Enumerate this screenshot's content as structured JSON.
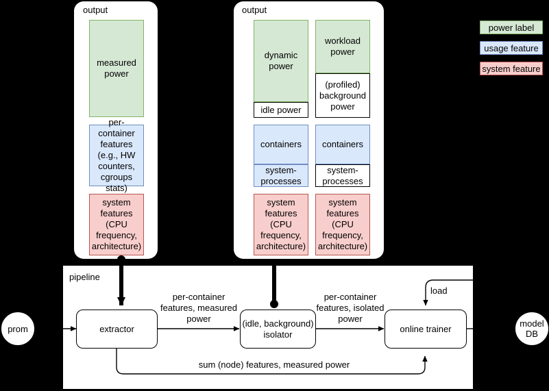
{
  "legend": {
    "items": [
      {
        "label": "power label",
        "kind": "green",
        "color": "#d5e8d4",
        "border": "#82b366"
      },
      {
        "label": "usage feature",
        "kind": "blue",
        "color": "#dae8fc",
        "border": "#6c8ebf"
      },
      {
        "label": "system feature",
        "kind": "red",
        "color": "#f8cecc",
        "border": "#b85450"
      }
    ]
  },
  "cards": {
    "left": {
      "title": "output",
      "boxes": [
        {
          "label": "measured power",
          "kind": "green"
        },
        {
          "label": "per-container features (e.g., HW counters, cgroups stats)",
          "kind": "blue"
        },
        {
          "label": "system features (CPU frequency, architecture)",
          "kind": "red"
        }
      ]
    },
    "right": {
      "title": "output",
      "column_a": [
        {
          "label": "dynamic power",
          "kind": "green"
        },
        {
          "label": "idle power",
          "kind": "white"
        },
        {
          "label": "containers",
          "kind": "blue"
        },
        {
          "label": "system-processes",
          "kind": "blue"
        },
        {
          "label": "system features (CPU frequency, architecture)",
          "kind": "red"
        }
      ],
      "column_b": [
        {
          "label": "workload power",
          "kind": "green"
        },
        {
          "label": "(profiled) background power",
          "kind": "white"
        },
        {
          "label": "containers",
          "kind": "blue"
        },
        {
          "label": "system-processes",
          "kind": "white"
        },
        {
          "label": "system features (CPU frequency, architecture)",
          "kind": "red"
        }
      ]
    }
  },
  "pipeline": {
    "title": "pipeline",
    "nodes": {
      "prom": "prom",
      "extractor": "extractor",
      "isolator": "(idle, background) isolator",
      "trainer": "online trainer",
      "model_db": "model DB"
    },
    "edges": {
      "extractor_to_isolator": "per-container features, measured power",
      "isolator_to_trainer": "per-container features, isolated power",
      "trainer_load": "load",
      "extractor_to_trainer": "sum (node) features, measured power"
    }
  }
}
